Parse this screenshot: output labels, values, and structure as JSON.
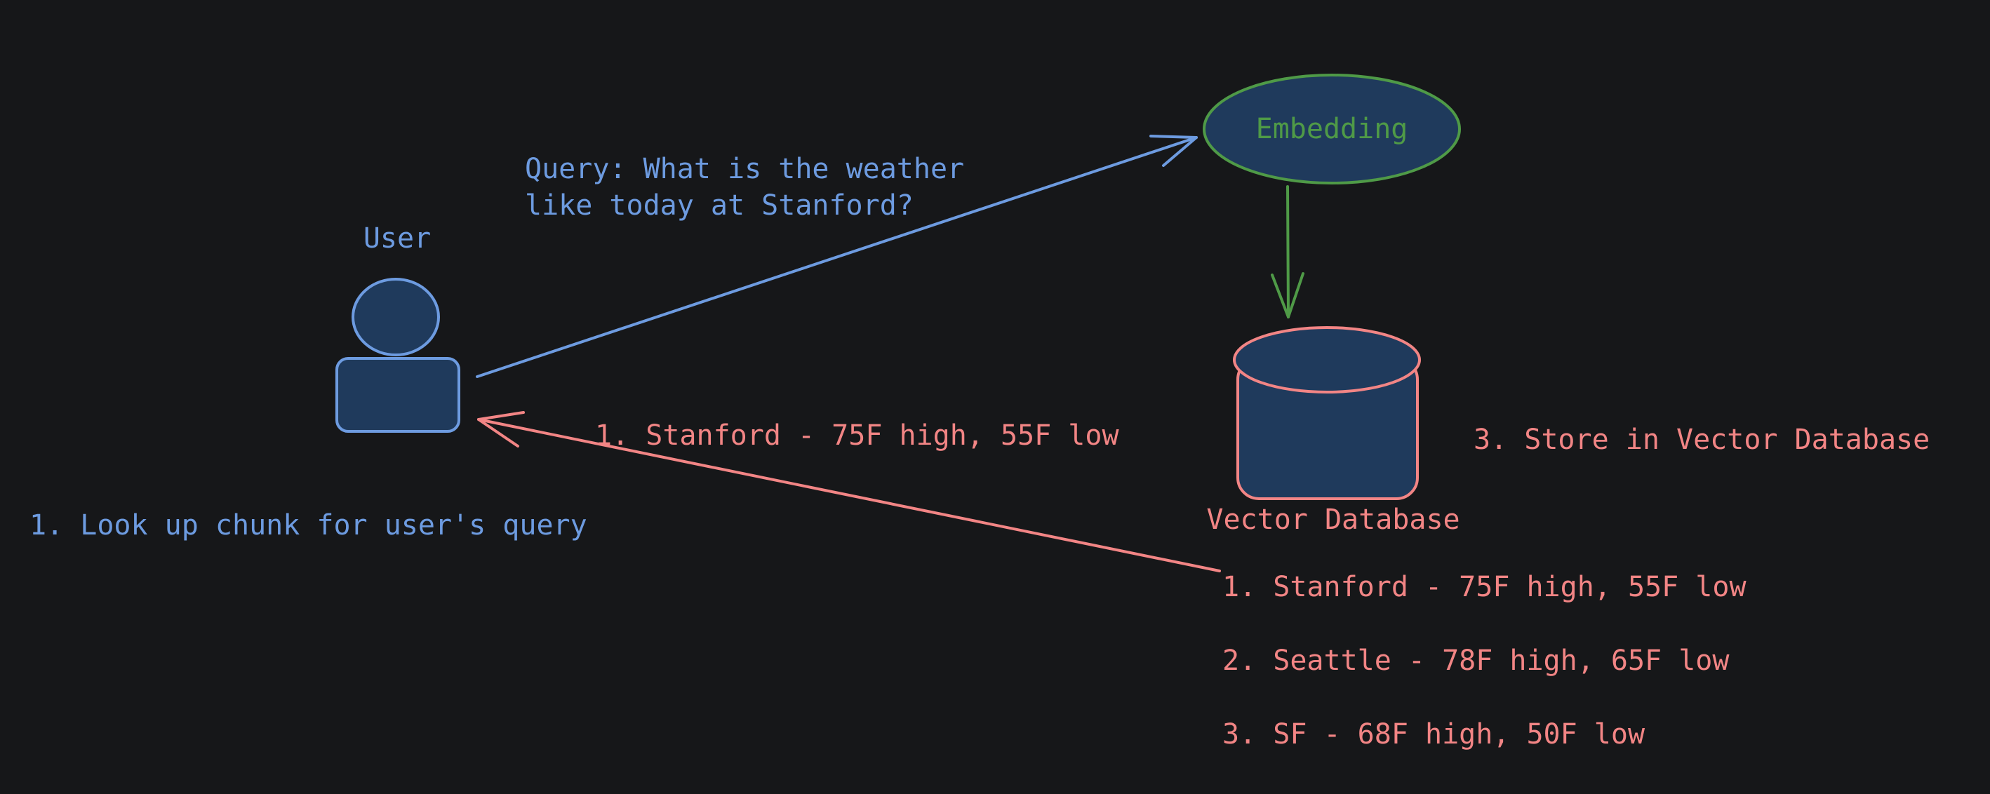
{
  "colors": {
    "background": "#161719",
    "user": "#6d9be0",
    "retrieval": "#f28585",
    "embedding": "#4f9a47",
    "shape_fill": "#1f3a5c"
  },
  "user": {
    "label": "User"
  },
  "query": {
    "line1": "Query: What is the weather",
    "line2": "like today at Stanford?"
  },
  "embedding": {
    "label": "Embedding"
  },
  "vector_db": {
    "label": "Vector Database"
  },
  "returned_chunk": {
    "label": "1. Stanford - 75F high, 55F low"
  },
  "steps": {
    "lookup": "1. Look up chunk for user's query",
    "store": "3. Store in Vector Database"
  },
  "db_entries": [
    "1. Stanford - 75F high, 55F low",
    "2. Seattle - 78F high, 65F low",
    "3. SF - 68F high, 50F low"
  ]
}
